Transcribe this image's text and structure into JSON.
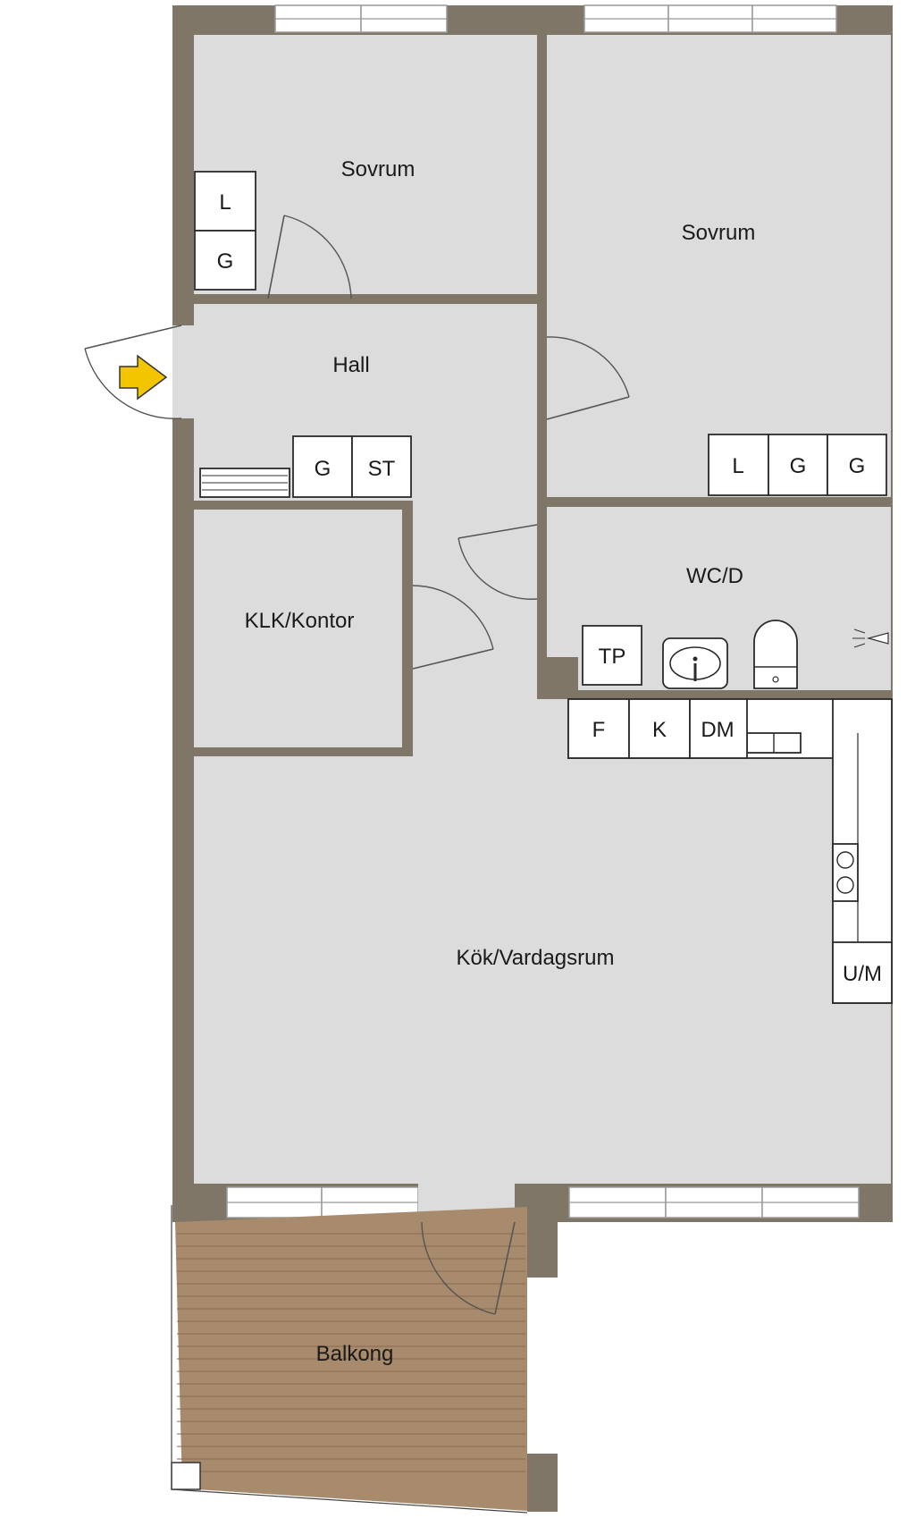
{
  "rooms": {
    "sovrum_1": "Sovrum",
    "sovrum_2": "Sovrum",
    "hall": "Hall",
    "klk_kontor": "KLK/Kontor",
    "wc_d": "WC/D",
    "kok_vardagsrum": "Kök/Vardagsrum",
    "balkong": "Balkong"
  },
  "fixtures": {
    "sovrum1_l": "L",
    "sovrum1_g": "G",
    "hall_g": "G",
    "hall_st": "ST",
    "sovrum2_l": "L",
    "sovrum2_g1": "G",
    "sovrum2_g2": "G",
    "wc_tp": "TP",
    "kitchen_f": "F",
    "kitchen_k": "K",
    "kitchen_dm": "DM",
    "kitchen_um": "U/M"
  },
  "colors": {
    "wall": "#7f7667",
    "room_floor": "#dcdcdc",
    "balcony_deck": "#a88a6c",
    "entrance_arrow": "#f2c500"
  },
  "icons": [
    "entrance-arrow-icon",
    "sink-icon",
    "toilet-icon",
    "stove-icon",
    "lamp-icon"
  ]
}
